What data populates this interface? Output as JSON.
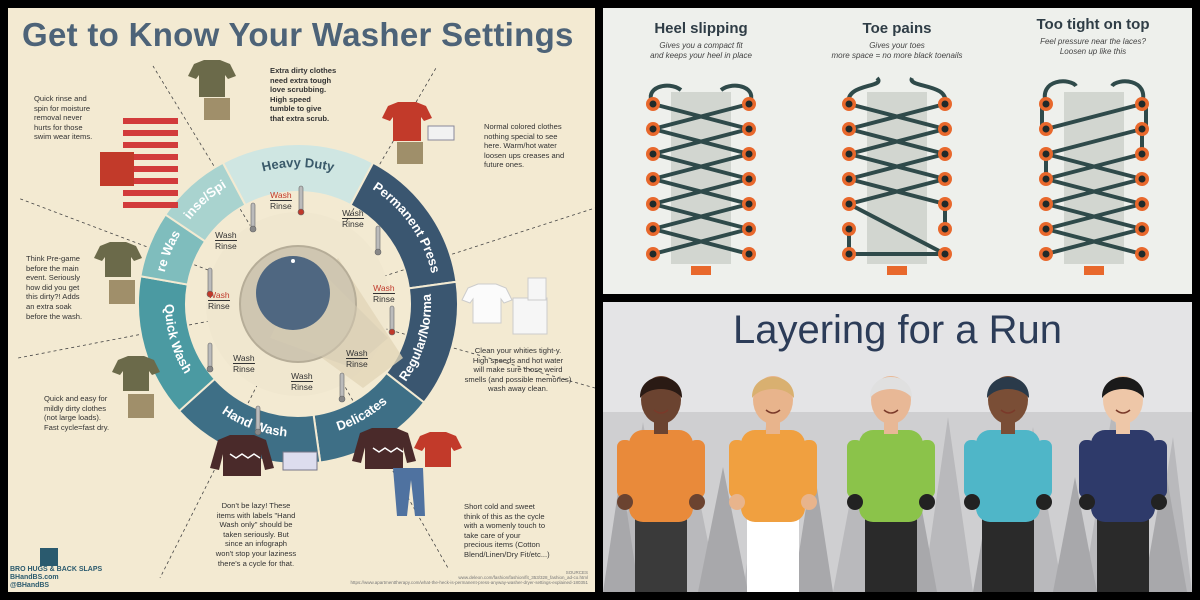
{
  "washer": {
    "title": "Get to Know Your Washer Settings",
    "segments": [
      {
        "label": "Heavy Duty",
        "color": "#cfe6e2",
        "text_color": "#3a5a6a"
      },
      {
        "label": "Permanent Press",
        "color": "#3a5670",
        "text_color": "#ffffff"
      },
      {
        "label": "Regular/Normal",
        "color": "#3a5670",
        "text_color": "#ffffff"
      },
      {
        "label": "Delicates",
        "color": "#3e6f86",
        "text_color": "#ffffff"
      },
      {
        "label": "Hand Wash",
        "color": "#3e6f86",
        "text_color": "#ffffff"
      },
      {
        "label": "Quick Wash",
        "color": "#4b9aa2",
        "text_color": "#ffffff"
      },
      {
        "label": "Pre Wash",
        "color": "#7fbdbd",
        "text_color": "#ffffff"
      },
      {
        "label": "Rinse/Spin",
        "color": "#a9d3cf",
        "text_color": "#ffffff"
      }
    ],
    "wash_label": "Wash",
    "rinse_label": "Rinse",
    "descriptions": {
      "heavy_duty": [
        "Extra dirty clothes",
        "need extra tough",
        "love scrubbing.",
        "High speed",
        "tumble to give",
        "that extra scrub."
      ],
      "rinse_spin": [
        "Quick rinse and",
        "spin for moisture",
        "removal never",
        "hurts for those",
        "swim wear items."
      ],
      "permanent_press": [
        "Normal colored clothes",
        "nothing special to see",
        "here. Warm/hot water",
        "loosen ups creases and",
        "future ones."
      ],
      "pre_wash": [
        "Think Pre-game",
        "before the main",
        "event. Seriously",
        "how did you get",
        "this dirty?! Adds",
        "an extra soak",
        "before the wash."
      ],
      "regular": [
        "Clean your whities tight-y.",
        "High speeds and hot water",
        "will make sure those weird",
        "smells (and possible memories)",
        "wash away clean."
      ],
      "quick_wash": [
        "Quick and easy for",
        "mildly dirty clothes",
        "(not large loads).",
        "Fast cycle=fast dry."
      ],
      "hand_wash": [
        "Don't be lazy! These",
        "items with labels \"Hand",
        "Wash only\" should be",
        "taken seriously. But",
        "since an infograph",
        "won't stop your laziness",
        "there's a cycle for that."
      ],
      "delicates": [
        "Short cold and sweet",
        "think of this as the cycle",
        "with a womenly touch to",
        "take care of your",
        "precious items (Cotton",
        "Blend/Linen/Dry Fit/etc...)"
      ]
    },
    "logo": [
      "BRO HUGS & BACK SLAPS",
      "BHandBS.com",
      "@BHandBS"
    ],
    "sources": [
      "www.deleon.com/fashion/fashion/fit_353/328_fashion_ad-co.html",
      "https://www.apartmenttherapy.com/what-the-heck-is-permanent-press-anyway-washer-dryer-settings-explained-180351"
    ],
    "sources_label": "SOURCES"
  },
  "laces": {
    "columns": [
      {
        "title": "Heel slipping",
        "subtitle": [
          "Gives you a compact fit",
          "and keeps your heel in place"
        ]
      },
      {
        "title": "Toe pains",
        "subtitle": [
          "Gives your toes",
          "more space = no more black toenails"
        ]
      },
      {
        "title": "Too tight on top",
        "subtitle": [
          "Feel pressure near the laces?",
          "Loosen up like this"
        ]
      }
    ],
    "colors": {
      "lace": "#2f4a4a",
      "eyelet": "#e8682c",
      "tongue": "#d2d6d0",
      "tip": "#e8682c"
    }
  },
  "run": {
    "title": "Layering for a Run",
    "runners": [
      {
        "skin": "#6b4330",
        "top": "#e98a3a",
        "bottom": "#3a3a3a",
        "hair": "#2a1a14"
      },
      {
        "skin": "#e8b48c",
        "top": "#f0a040",
        "bottom": "#ffffff",
        "hair": "#d9b070"
      },
      {
        "skin": "#e8b896",
        "top": "#8bc34a",
        "bottom": "#2a2a2a",
        "hair": "#e0e0e0"
      },
      {
        "skin": "#7a4e36",
        "top": "#4fb6c8",
        "bottom": "#2a2a2a",
        "hair": "#2a3a4a"
      },
      {
        "skin": "#eec7a8",
        "top": "#2e3a6a",
        "bottom": "#2a2a2a",
        "hair": "#1a1a1a"
      }
    ]
  }
}
